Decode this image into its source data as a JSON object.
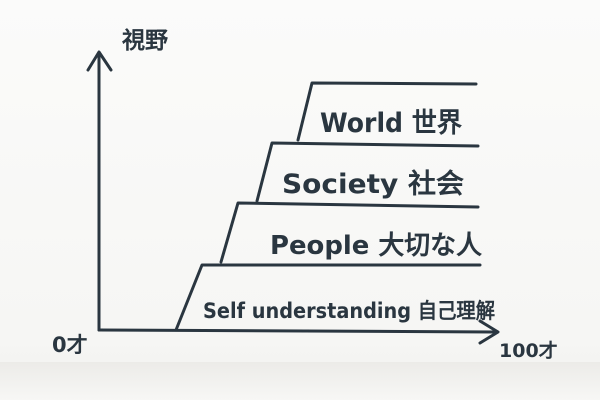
{
  "axes": {
    "y_label": "視野",
    "x_start_label": "0才",
    "x_end_label": "100才"
  },
  "steps": [
    {
      "label": "Self understanding 自己理解"
    },
    {
      "label": "People 大切な人"
    },
    {
      "label": "Society 社会"
    },
    {
      "label": "World 世界"
    }
  ],
  "colors": {
    "ink": "#2a3640",
    "paper": "#f7f7f5"
  }
}
